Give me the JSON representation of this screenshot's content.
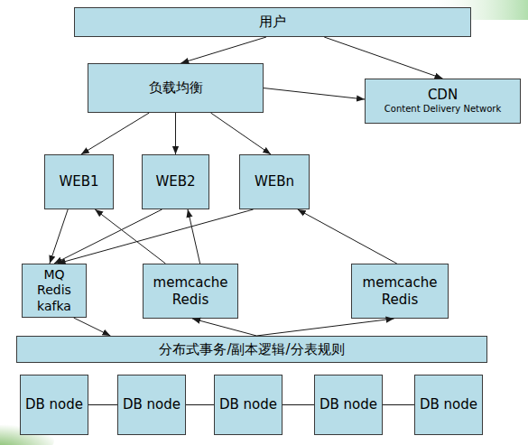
{
  "diagram": {
    "nodes": [
      {
        "text": [
          "用户"
        ]
      },
      {
        "text": [
          "负载均衡"
        ]
      },
      {
        "text": [
          "CDN",
          "Content Delivery Network"
        ]
      },
      {
        "text": [
          "WEB1"
        ]
      },
      {
        "text": [
          "WEB2"
        ]
      },
      {
        "text": [
          "WEBn"
        ]
      },
      {
        "text": [
          "MQ Redis kafka"
        ]
      },
      {
        "text": [
          "memcache Redis"
        ]
      },
      {
        "text": [
          "memcache Redis"
        ]
      },
      {
        "text": [
          "分布式事务/副本逻辑/分表规则"
        ]
      },
      {
        "text": [
          "DB node"
        ]
      },
      {
        "text": [
          "DB node"
        ]
      },
      {
        "text": [
          "DB node"
        ]
      },
      {
        "text": [
          "DB node"
        ]
      },
      {
        "text": [
          "DB node"
        ]
      }
    ],
    "edges": [
      {
        "from": 0,
        "to": 1,
        "arrow": "to"
      },
      {
        "from": 0,
        "to": 2,
        "arrow": "to"
      },
      {
        "from": 1,
        "to": 2,
        "arrow": "to"
      },
      {
        "from": 1,
        "to": 3,
        "arrow": "to"
      },
      {
        "from": 1,
        "to": 4,
        "arrow": "to"
      },
      {
        "from": 1,
        "to": 5,
        "arrow": "to"
      },
      {
        "from": 3,
        "to": 6,
        "arrow": "to"
      },
      {
        "from": 4,
        "to": 6,
        "arrow": "to"
      },
      {
        "from": 5,
        "to": 6,
        "arrow": "to"
      },
      {
        "from": 7,
        "to": 3,
        "arrow": "to"
      },
      {
        "from": 7,
        "to": 4,
        "arrow": "to"
      },
      {
        "from": 8,
        "to": 5,
        "arrow": "to"
      },
      {
        "from": 6,
        "to": 9,
        "arrow": "to"
      },
      {
        "from": 9,
        "to": 7,
        "arrow": "to"
      },
      {
        "from": 9,
        "to": 8,
        "arrow": "to"
      },
      {
        "from": 10,
        "to": 11,
        "arrow": "none"
      },
      {
        "from": 11,
        "to": 12,
        "arrow": "none"
      },
      {
        "from": 12,
        "to": 13,
        "arrow": "none"
      },
      {
        "from": 13,
        "to": 14,
        "arrow": "none"
      }
    ]
  }
}
